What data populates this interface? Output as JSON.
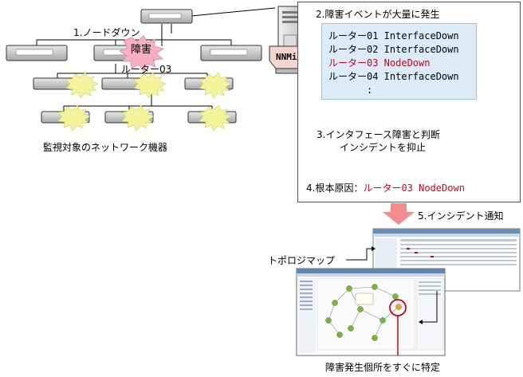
{
  "steps": {
    "s1": "1.ノードダウン",
    "s2": "2.障害イベントが大量に発生",
    "s3_line1": "3.インタフェース障害と判断",
    "s3_line2": "インシデントを抑止",
    "s4_prefix": "4.根本原因：",
    "s4_cause": "ルーター03 NodeDown",
    "s5": "5.インシデント通知"
  },
  "fault": {
    "label": "障害",
    "router": "ルーター03"
  },
  "monitored_label": "監視対象のネットワーク機器",
  "server_label": "NNMi",
  "events": [
    {
      "text": "ルーター01 InterfaceDown",
      "highlight": false
    },
    {
      "text": "ルーター02 InterfaceDown",
      "highlight": false
    },
    {
      "text": "ルーター03 NodeDown",
      "highlight": true
    },
    {
      "text": "ルーター04 InterfaceDown",
      "highlight": false
    },
    {
      "text": ":",
      "highlight": false
    }
  ],
  "topology_label": "トポロジマップ",
  "quick_locate_label": "障害発生個所をすぐに特定",
  "colors": {
    "highlight": "#d0021b",
    "arrow": "#f28b8b",
    "event_box_bg": "#dcebf8",
    "burst": "#f3f39a",
    "fault_burst": "#f6b0c0"
  }
}
